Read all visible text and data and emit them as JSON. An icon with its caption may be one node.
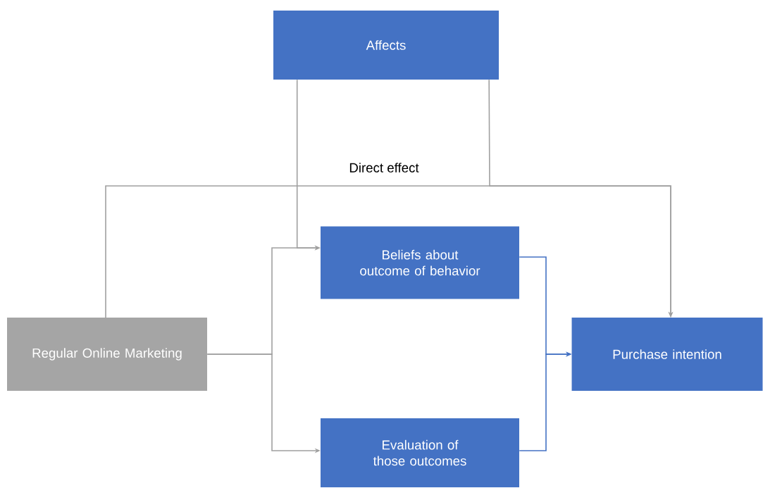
{
  "diagram": {
    "nodes": [
      {
        "text": [
          "Affects"
        ]
      },
      {
        "text": [
          "Beliefs about outcome of behavior"
        ]
      },
      {
        "text": [
          "Regular Online Marketing"
        ]
      },
      {
        "text": [
          "Purchase intention"
        ]
      },
      {
        "text": [
          "Evaluation of those outcomes"
        ]
      }
    ],
    "edges": [
      {
        "from": 0,
        "to": 1,
        "arrow": "to"
      },
      {
        "from": 0,
        "to": 3,
        "arrow": "to"
      },
      {
        "from": 2,
        "to": 3,
        "arrow": "to",
        "label": "Direct effect"
      },
      {
        "from": 2,
        "to": 1,
        "arrow": "to"
      },
      {
        "from": 2,
        "to": 4,
        "arrow": "to"
      },
      {
        "from": 1,
        "to": 3,
        "arrow": "to",
        "color": "#4472c4"
      },
      {
        "from": 4,
        "to": 3,
        "arrow": "to",
        "color": "#4472c4"
      }
    ]
  }
}
